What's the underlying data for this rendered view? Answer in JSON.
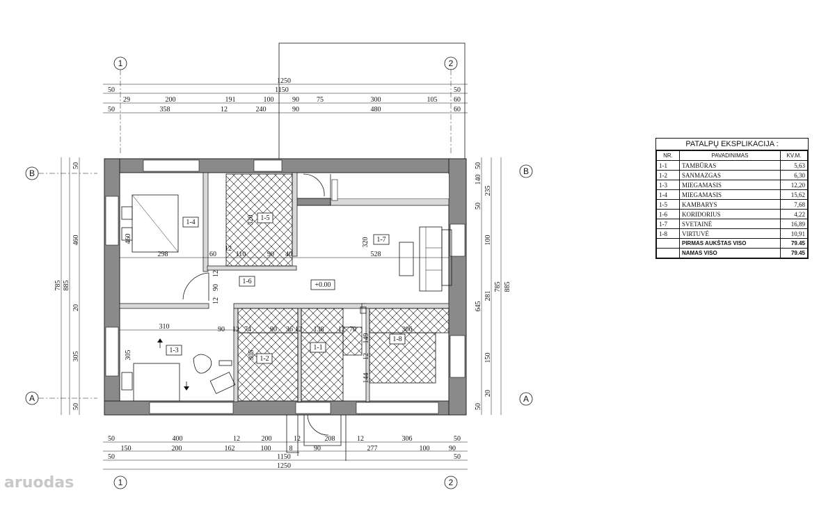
{
  "axes": {
    "col1": "1",
    "col2": "2",
    "rowA": "A",
    "rowB": "B"
  },
  "dims_top": {
    "total": "1250",
    "sub": "1150",
    "edge_left": "50",
    "edge_right": "50",
    "row3": [
      "29",
      "200",
      "191",
      "100",
      "90",
      "75",
      "300",
      "105",
      "60"
    ],
    "row4": [
      "50",
      "358",
      "12",
      "240",
      "90",
      "480",
      "60"
    ]
  },
  "dims_bottom": {
    "row1": [
      "50",
      "400",
      "12",
      "200",
      "12",
      "208",
      "12",
      "277",
      "306",
      "50"
    ],
    "row2": [
      "150",
      "200",
      "162",
      "100",
      "8",
      "90",
      "100",
      "90"
    ],
    "row3_edge_left": "50",
    "row3_edge_right": "50",
    "sub": "1150",
    "total": "1250"
  },
  "dims_left": [
    "50",
    "460",
    "785",
    "885",
    "20",
    "305",
    "50"
  ],
  "dims_right": [
    "50",
    "140",
    "235",
    "50",
    "100",
    "785",
    "885",
    "645",
    "281",
    "150",
    "20",
    "50"
  ],
  "interior_dims": [
    "320",
    "460",
    "298",
    "60",
    "12",
    "110",
    "90",
    "40",
    "90",
    "12",
    "12",
    "310",
    "90",
    "12",
    "74",
    "90",
    "36",
    "12",
    "138",
    "12",
    "70",
    "306",
    "305",
    "305",
    "320",
    "528",
    "149",
    "12",
    "144"
  ],
  "elevation": "+0.00",
  "room_tags": [
    "1-1",
    "1-2",
    "1-3",
    "1-4",
    "1-5",
    "1-6",
    "1-7",
    "1-8"
  ],
  "watermark": "aruodas",
  "explication": {
    "title": "PATALPŲ EKSPLIKACIJA :",
    "headers": [
      "NR.",
      "PAVADINIMAS",
      "KV.M."
    ],
    "rows": [
      {
        "nr": "1-1",
        "name": "TAMBŪRAS",
        "area": "5,63"
      },
      {
        "nr": "1-2",
        "name": "SANMAZGAS",
        "area": "6,30"
      },
      {
        "nr": "1-3",
        "name": "MIEGAMASIS",
        "area": "12,20"
      },
      {
        "nr": "1-4",
        "name": "MIEGAMASIS",
        "area": "15,62"
      },
      {
        "nr": "1-5",
        "name": "KAMBARYS",
        "area": "7,68"
      },
      {
        "nr": "1-6",
        "name": "KORIDORIUS",
        "area": "4,22"
      },
      {
        "nr": "1-7",
        "name": "SVETAINĖ",
        "area": "16,89"
      },
      {
        "nr": "1-8",
        "name": "VIRTUVĖ",
        "area": "10,91"
      }
    ],
    "total_floor_label": "PIRMAS AUKŠTAS VISO",
    "total_floor_value": "79.45",
    "total_house_label": "NAMAS VISO",
    "total_house_value": "79.45"
  }
}
